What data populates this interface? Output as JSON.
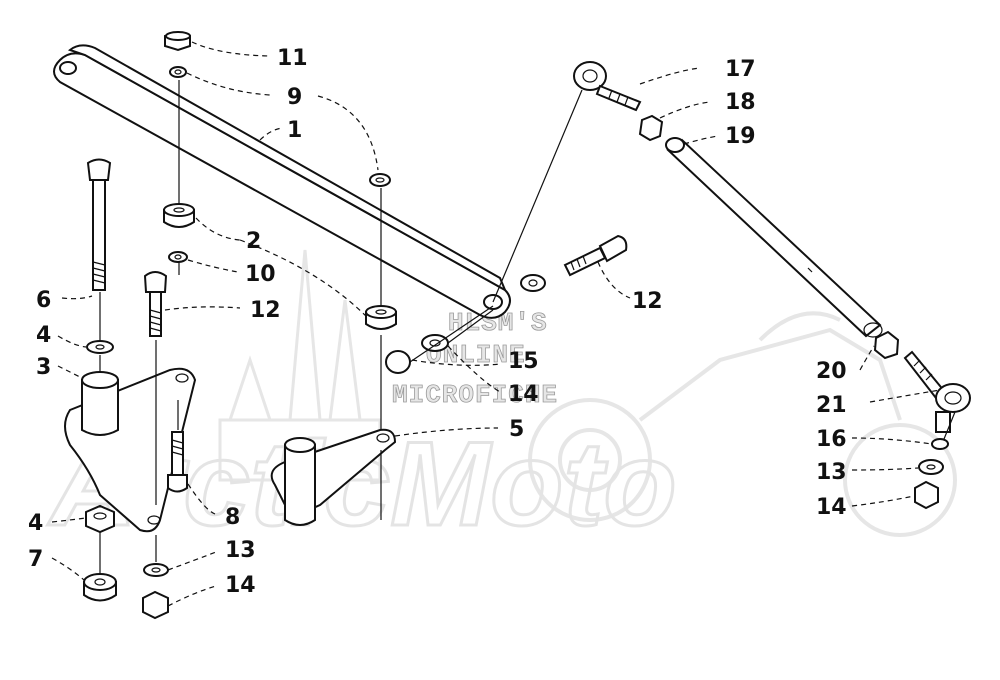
{
  "watermark": {
    "brand": "ArcticMoto",
    "line1": "HLSM'S",
    "line2": "ONLINE",
    "line3": "MICROFICHE"
  },
  "callouts": [
    "11",
    "9",
    "1",
    "2",
    "10",
    "6",
    "12",
    "4",
    "3",
    "15",
    "14",
    "5",
    "8",
    "4",
    "13",
    "7",
    "14",
    "17",
    "18",
    "19",
    "12",
    "20",
    "21",
    "16",
    "13",
    "14"
  ]
}
